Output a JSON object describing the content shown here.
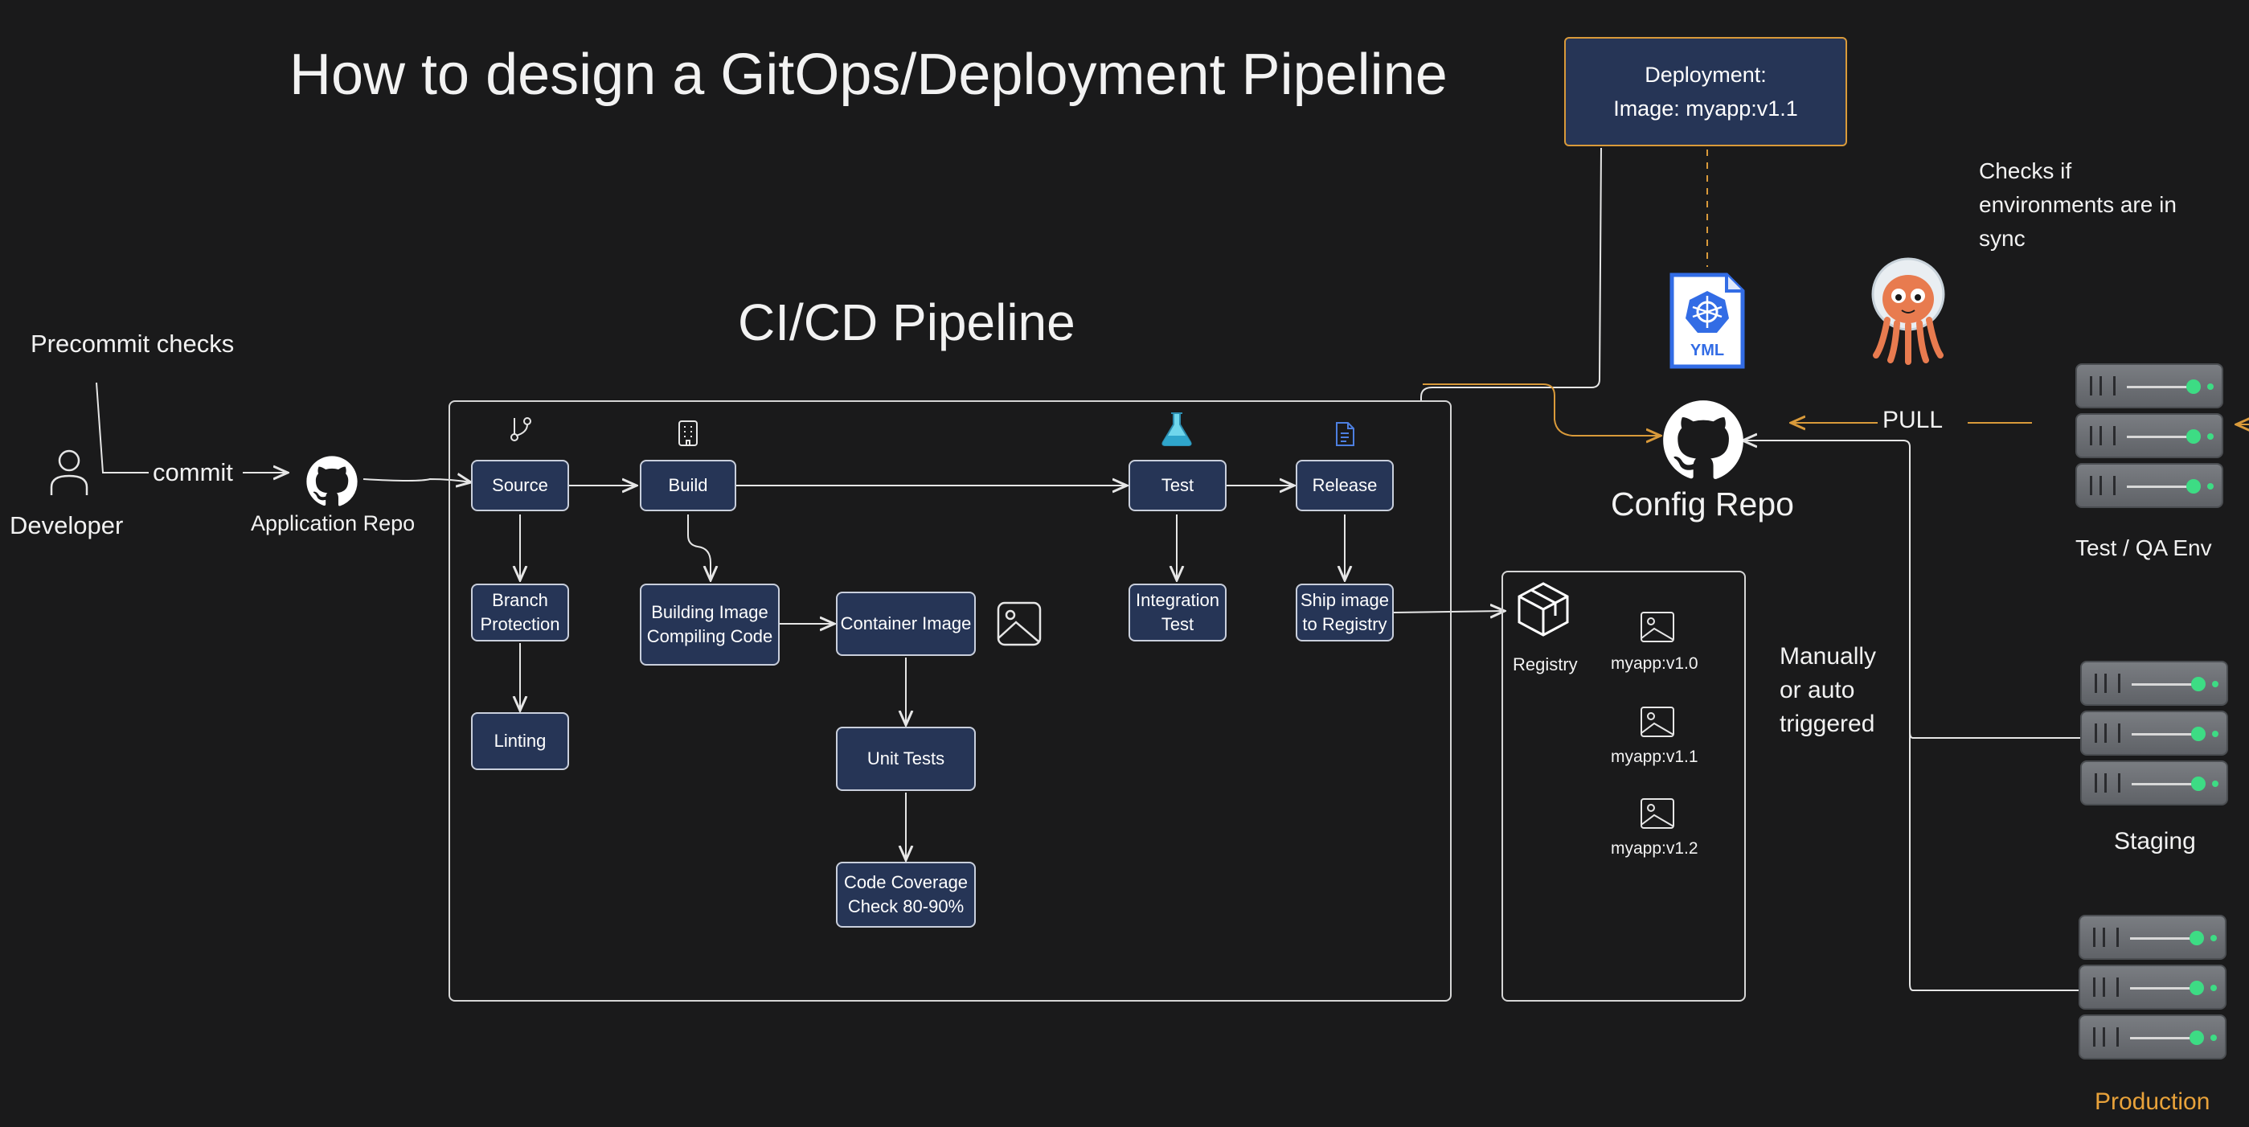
{
  "title": "How to design a GitOps/Deployment Pipeline",
  "pipeline_title": "CI/CD Pipeline",
  "deployment_note": {
    "line1": "Deployment:",
    "line2": "Image: myapp:v1.1"
  },
  "precommit_label": "Precommit checks",
  "developer_label": "Developer",
  "commit_label": "commit",
  "app_repo_label": "Application Repo",
  "stages": {
    "source": "Source",
    "build": "Build",
    "test": "Test",
    "release": "Release",
    "branch_protection": "Branch\nProtection",
    "linting": "Linting",
    "building_image": "Building Image\nCompiling Code",
    "container_image": "Container Image",
    "unit_tests": "Unit Tests",
    "code_coverage": "Code Coverage\nCheck 80-90%",
    "integration_test": "Integration\nTest",
    "ship_image": "Ship image\nto Registry"
  },
  "registry": {
    "label": "Registry",
    "images": [
      "myapp:v1.0",
      "myapp:v1.1",
      "myapp:v1.2"
    ]
  },
  "manual_note": {
    "line1": "Manually",
    "line2": "or auto",
    "line3": "triggered"
  },
  "config_repo_label": "Config Repo",
  "yml_label": "YML",
  "pull_label": "PULL",
  "sync_note": {
    "line1": "Checks if",
    "line2": "environments are in",
    "line3": "sync"
  },
  "environments": {
    "test_qa": "Test / QA Env",
    "staging": "Staging",
    "production": "Production"
  },
  "colors": {
    "background": "#1a1a1b",
    "box_fill": "#263556",
    "accent_orange": "#e8a23a",
    "server_led": "#3ddc84",
    "k8s_blue": "#326ce5"
  }
}
